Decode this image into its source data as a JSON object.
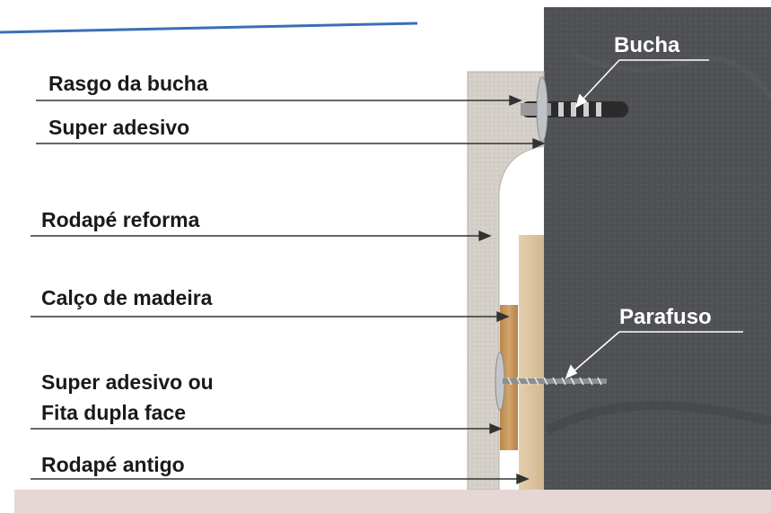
{
  "labels": {
    "rasgo_da_bucha": "Rasgo da bucha",
    "super_adesivo": "Super adesivo",
    "rodape_reforma": "Rodapé reforma",
    "calco_de_madeira": "Calço de madeira",
    "super_adesivo_ou": "Super adesivo ou",
    "fita_dupla_face": "Fita dupla face",
    "rodape_antigo": "Rodapé antigo",
    "bucha": "Bucha",
    "parafuso": "Parafuso"
  },
  "colors": {
    "wall": "#4b4d50",
    "baseboard": "#cfcac4",
    "wood": "#c99a5c",
    "old_baseboard": "#dcc5a4",
    "floor": "#e6d7d6",
    "accent_line": "#3a6fb6"
  }
}
